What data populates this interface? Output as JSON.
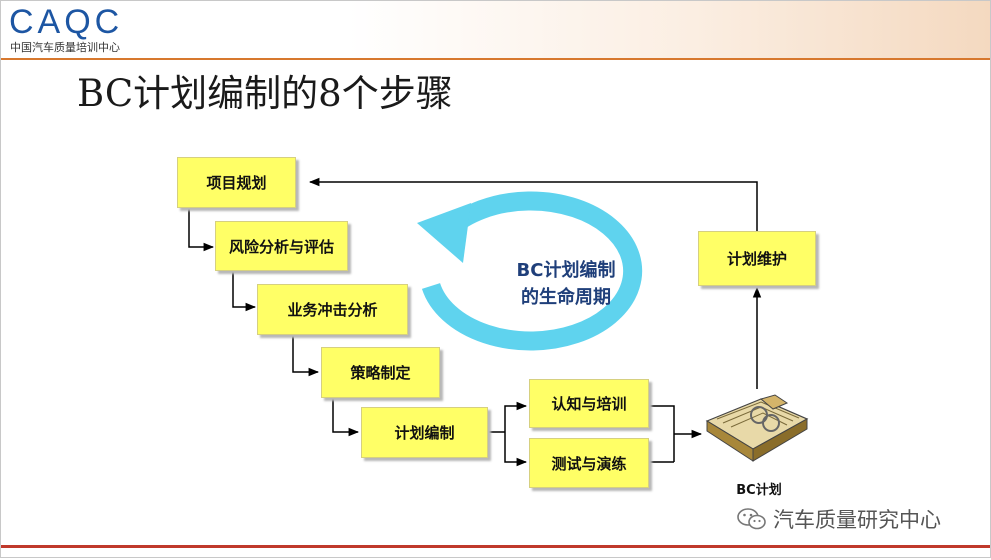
{
  "header": {
    "logo_text": "CAQC",
    "logo_subtitle": "中国汽车质量培训中心",
    "brand_color": "#1d56a3",
    "accent_rule_color": "#d7782e"
  },
  "title": "BC计划编制的8个步骤",
  "steps": [
    "项目规划",
    "风险分析与评估",
    "业务冲击分析",
    "策略制定",
    "计划编制",
    "认知与培训",
    "测试与演练",
    "计划维护"
  ],
  "cycle": {
    "line1": "BC计划编制",
    "line2": "的生命周期",
    "arrow_color": "#5fd3ee"
  },
  "book_label": "BC计划",
  "watermark": "汽车质量研究中心",
  "box_color": "#ffff66"
}
